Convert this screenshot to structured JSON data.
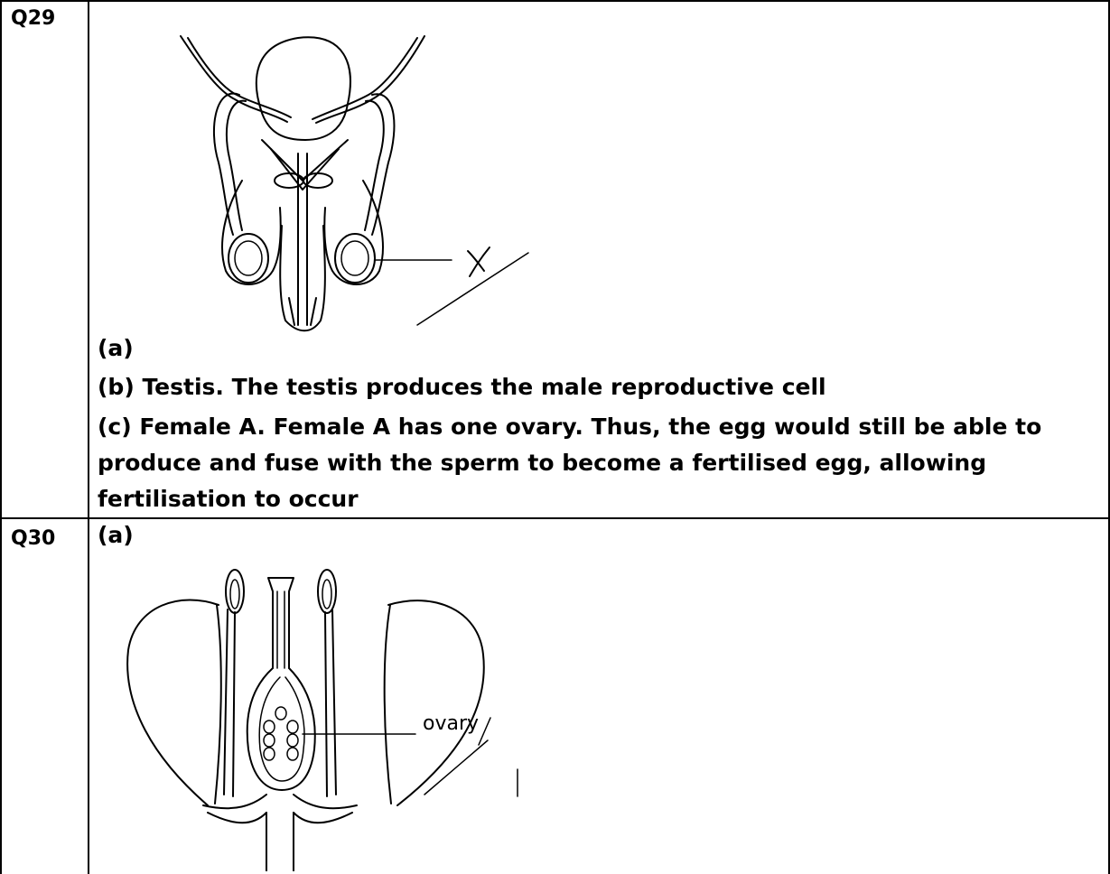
{
  "rows": [
    {
      "qnum": "Q29",
      "diagram_label": "X",
      "answers": {
        "a": "(a)",
        "b": "(b) Testis. The testis produces the male reproductive cell",
        "c1": "(c) Female A. Female A has one ovary. Thus, the egg would still be able to",
        "c2": "produce and fuse with the sperm to become a fertilised egg, allowing",
        "c3": "fertilisation to occur"
      }
    },
    {
      "qnum": "Q30",
      "answers": {
        "a": "(a)"
      },
      "diagram_label": "ovary"
    }
  ],
  "colors": {
    "ink": "#000000",
    "background": "#ffffff"
  }
}
